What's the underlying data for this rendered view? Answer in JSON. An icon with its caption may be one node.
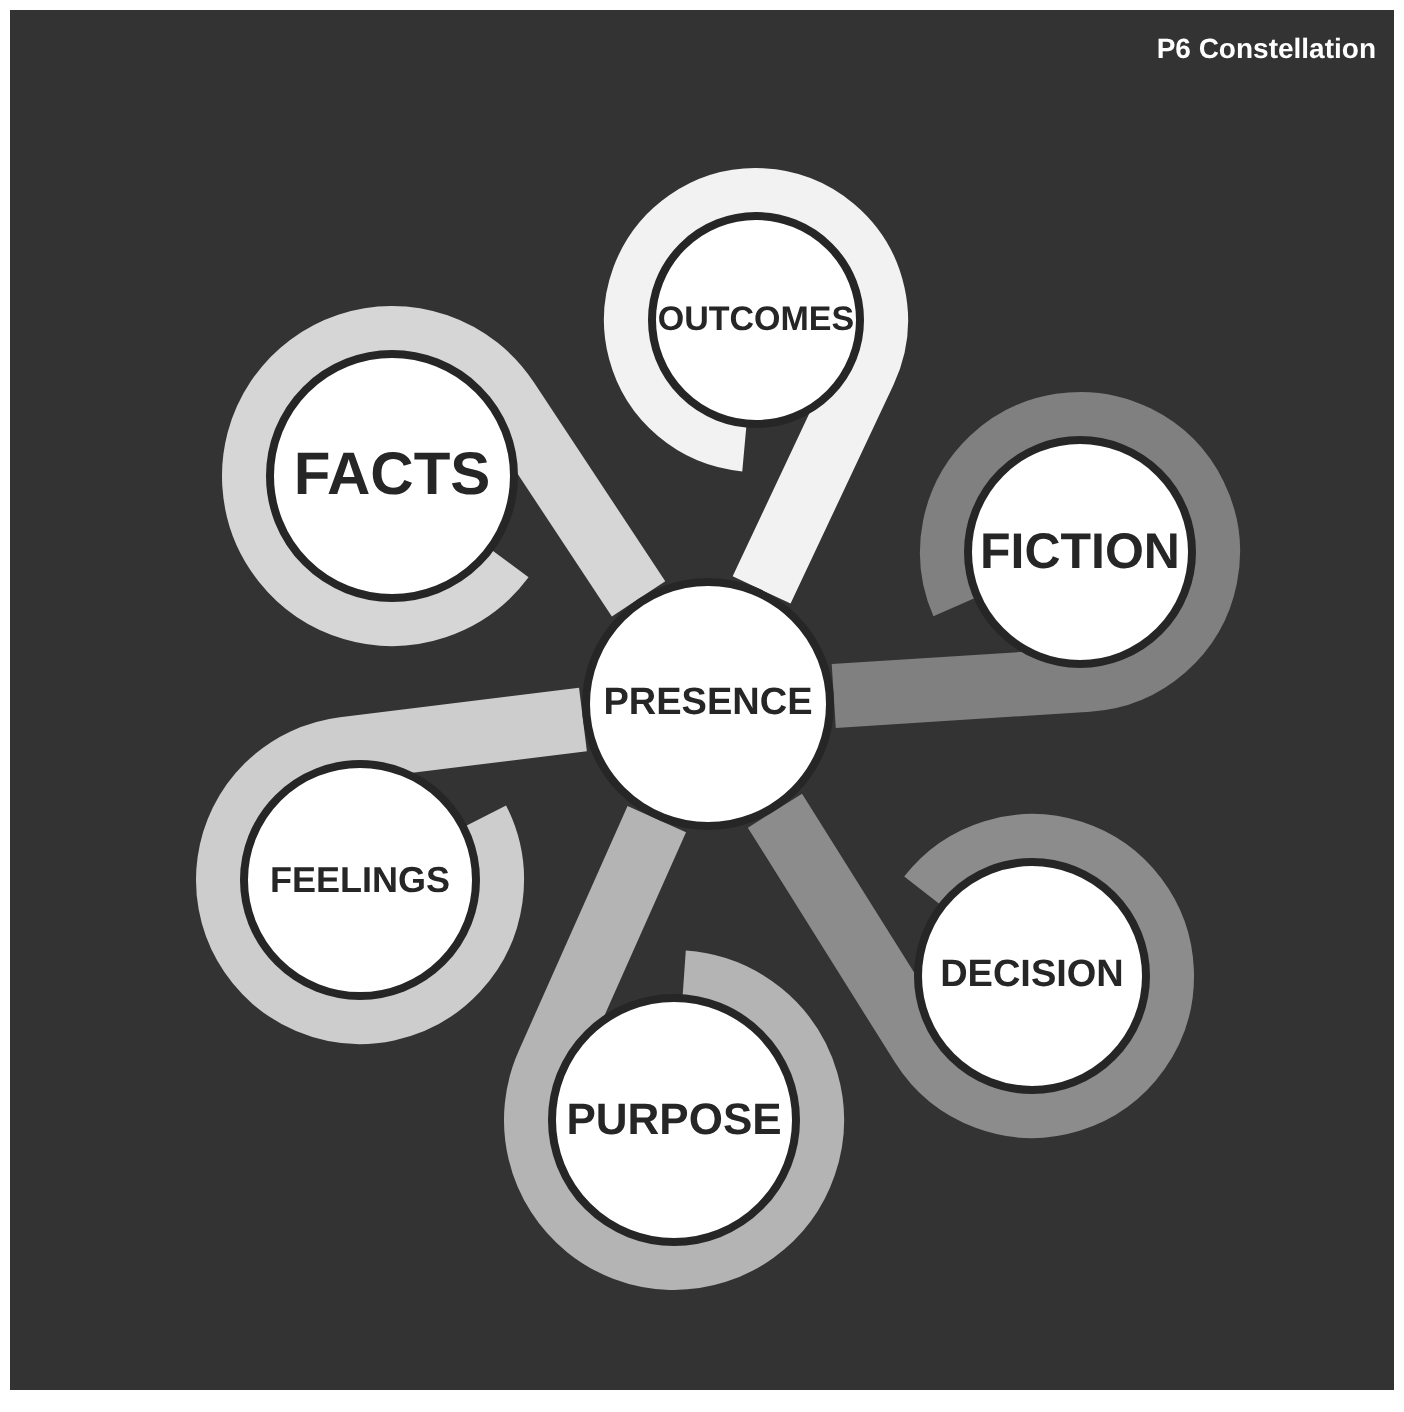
{
  "diagram": {
    "nodes": [
      {
        "text": [
          "OUTCOMES"
        ]
      },
      {
        "text": [
          "FACTS"
        ]
      },
      {
        "text": [
          "FICTION"
        ]
      },
      {
        "text": [
          "PRESENCE"
        ]
      },
      {
        "text": [
          "FEELINGS"
        ]
      },
      {
        "text": [
          "DECISION"
        ]
      },
      {
        "text": [
          "PURPOSE"
        ]
      }
    ],
    "edges": [
      {
        "from": 3,
        "to": 0,
        "arrow": "none",
        "color": "#f2f2f2"
      },
      {
        "from": 3,
        "to": 1,
        "arrow": "none",
        "color": "#d6d6d6"
      },
      {
        "from": 3,
        "to": 2,
        "arrow": "none",
        "color": "#808080"
      },
      {
        "from": 3,
        "to": 4,
        "arrow": "none",
        "color": "#cdcdcd"
      },
      {
        "from": 3,
        "to": 5,
        "arrow": "none",
        "color": "#8c8c8c"
      },
      {
        "from": 3,
        "to": 6,
        "arrow": "none",
        "color": "#b4b4b4"
      }
    ],
    "labels": [
      "P6 Constellation"
    ]
  }
}
